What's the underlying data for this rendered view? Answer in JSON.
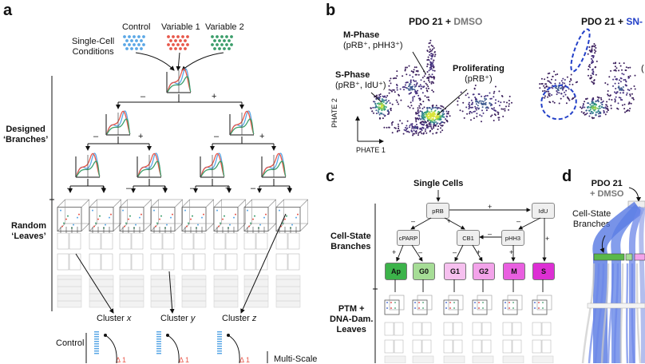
{
  "panel_a": {
    "letter": "a",
    "conditions": [
      "Control",
      "Variable 1",
      "Variable 2"
    ],
    "single_cell_label": [
      "Single-Cell",
      "Conditions"
    ],
    "designed_branches": [
      "Designed",
      "‘Branches’"
    ],
    "random_leaves": [
      "Random",
      "‘Leaves’"
    ],
    "minus": "–",
    "plus": "+",
    "cluster_prefix": "Cluster",
    "clusters": [
      "x",
      "y",
      "z"
    ],
    "control_label": "Control",
    "multiscale_label": "Multi-Scale",
    "delta_label": "Δ 1",
    "colors": {
      "control": "#5aa7e6",
      "variable1": "#e8574a",
      "variable2": "#3a9d6a"
    }
  },
  "panel_b": {
    "letter": "b",
    "title_left_prefix": "PDO 21 +",
    "title_left_drug": "DMSO",
    "title_right_prefix": "PDO 21 +",
    "title_right_drug": "SN-",
    "m_phase": [
      "M-Phase",
      "(pRB⁺, pHH3⁺)"
    ],
    "s_phase": [
      "S-Phase",
      "(pRB⁺, IdU⁺)"
    ],
    "proliferating": [
      "Proliferating",
      "(pRB⁺)"
    ],
    "axis_x": "PHATE 1",
    "axis_y": "PHATE 2",
    "paren": "(",
    "colors": {
      "dmso": "#777777",
      "drug": "#2340c8"
    }
  },
  "panel_c": {
    "letter": "c",
    "single_cells": "Single Cells",
    "nodes": {
      "prb": "pRB",
      "idu": "IdU",
      "cparp": "cPARP",
      "cb1": "CB1",
      "phh3": "pHH3"
    },
    "cell_state_branches": [
      "Cell-State",
      "Branches"
    ],
    "ptm_leaves": [
      "PTM +",
      "DNA-Dam.",
      "Leaves"
    ],
    "leaves": [
      {
        "label": "Ap",
        "color": "#3cb34a"
      },
      {
        "label": "G0",
        "color": "#a6dd96"
      },
      {
        "label": "G1",
        "color": "#f6c0ef"
      },
      {
        "label": "G2",
        "color": "#f3a3ea"
      },
      {
        "label": "M",
        "color": "#e95fe0"
      },
      {
        "label": "S",
        "color": "#dd2fd4"
      }
    ],
    "plus": "+",
    "minus": "–"
  },
  "panel_d": {
    "letter": "d",
    "title_prefix": "PDO 21",
    "title_drug": "+ DMSO",
    "cell_state_branches": [
      "Cell-State",
      "Branches"
    ]
  }
}
